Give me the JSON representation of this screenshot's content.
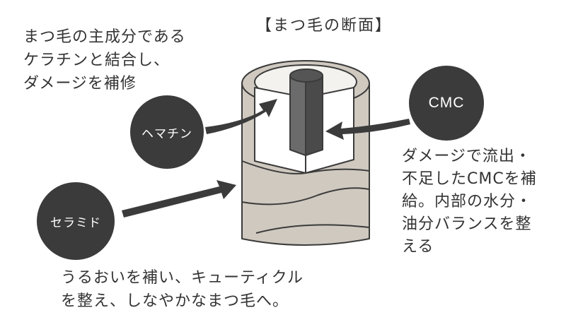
{
  "title": "【まつ毛の断面】",
  "notes": {
    "keratin": "まつ毛の主成分である\nケラチンと結合し、\nダメージを補修",
    "cmc": "ダメージで流出・\n不足したCMCを補\n給。内部の水分・\n油分バランスを整\nえる",
    "ceramide": "うるおいを補い、キューティクル\nを整え、しなやかなまつ毛へ。"
  },
  "labels": {
    "hematin": "ヘマチン",
    "cmc": "CMC",
    "ceramide": "セラミド"
  },
  "colors": {
    "bubble": "#3b3b3b",
    "arrow": "#3b3b3b",
    "cuticle": "#cfc9c0",
    "medulla": "#555555"
  }
}
